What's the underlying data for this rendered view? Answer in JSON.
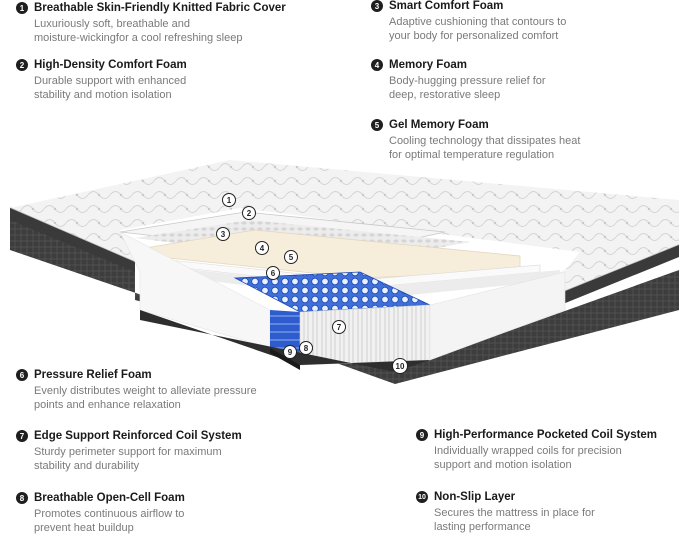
{
  "features": [
    {
      "num": "1",
      "title": "Breathable Skin-Friendly Knitted Fabric Cover",
      "desc1": "Luxuriously soft, breathable and",
      "desc2": "moisture-wickingfor a cool refreshing sleep"
    },
    {
      "num": "2",
      "title": "High-Density Comfort Foam",
      "desc1": "Durable support with enhanced",
      "desc2": "stability and motion isolation"
    },
    {
      "num": "3",
      "title": "Smart Comfort Foam",
      "desc1": "Adaptive cushioning that contours to",
      "desc2": "your body for personalized comfort"
    },
    {
      "num": "4",
      "title": "Memory Foam",
      "desc1": "Body-hugging pressure relief for",
      "desc2": "deep, restorative sleep"
    },
    {
      "num": "5",
      "title": "Gel Memory Foam",
      "desc1": "Cooling technology that dissipates heat",
      "desc2": "for optimal temperature regulation"
    },
    {
      "num": "6",
      "title": "Pressure Relief Foam",
      "desc1": "Evenly distributes weight to alleviate pressure",
      "desc2": "points and enhance relaxation"
    },
    {
      "num": "7",
      "title": "Edge Support Reinforced Coil System",
      "desc1": "Sturdy perimeter support for maximum",
      "desc2": "stability and durability"
    },
    {
      "num": "8",
      "title": "Breathable Open-Cell Foam",
      "desc1": "Promotes continuous airflow to",
      "desc2": "prevent heat buildup"
    },
    {
      "num": "9",
      "title": "High-Performance Pocketed Coil System",
      "desc1": "Individually wrapped coils for precision",
      "desc2": "support and motion isolation"
    },
    {
      "num": "10",
      "title": "Non-Slip Layer",
      "desc1": "Secures the mattress in place for",
      "desc2": "lasting performance"
    }
  ],
  "callouts": [
    "1",
    "2",
    "3",
    "4",
    "5",
    "6",
    "7",
    "8",
    "9",
    "10"
  ]
}
